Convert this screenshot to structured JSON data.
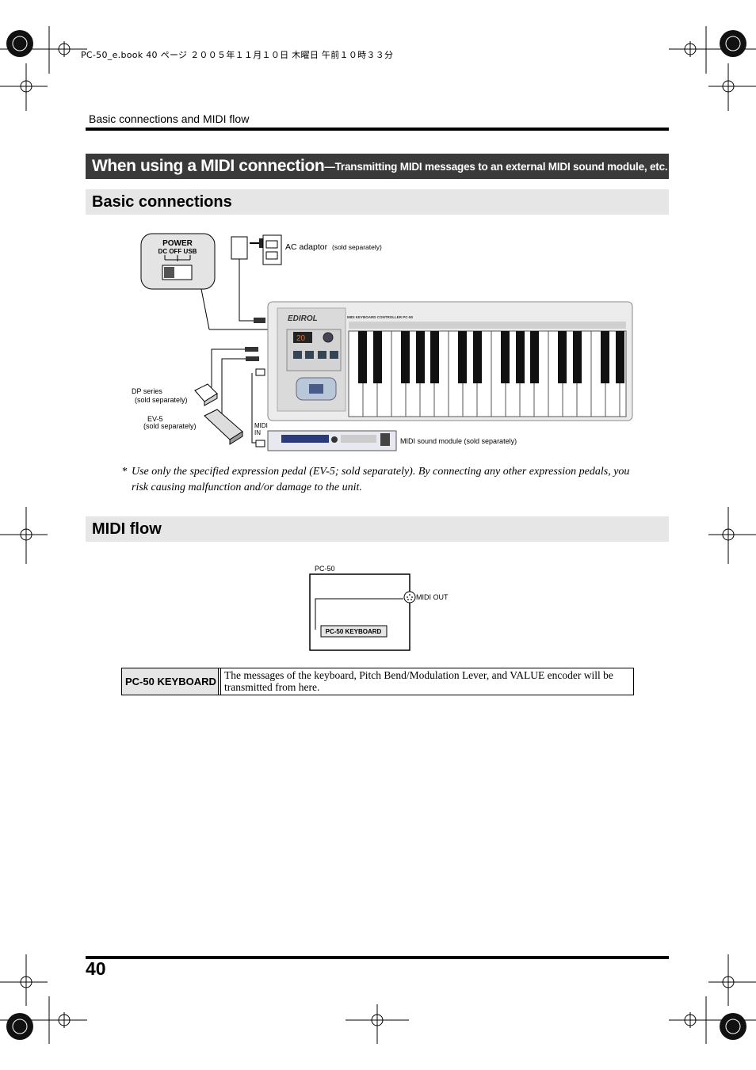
{
  "print_header": "PC-50_e.book  40 ページ  ２００５年１１月１０日  木曜日  午前１０時３３分",
  "running_head": "Basic connections and MIDI flow",
  "title": {
    "main": "When using a MIDI connection",
    "sub": "—Transmitting MIDI messages to an external MIDI sound module, etc."
  },
  "sections": {
    "basic_connections": "Basic connections",
    "midi_flow": "MIDI flow"
  },
  "connection_diagram": {
    "power_label": "POWER",
    "power_positions": "DC  OFF USB",
    "ac_adaptor": "AC adaptor",
    "ac_adaptor_note": "(sold separately)",
    "dp_series": "DP series",
    "dp_note": "(sold separately)",
    "ev5": "EV-5",
    "ev5_note": "(sold separately)",
    "midi_in_1": "MIDI",
    "midi_in_2": "IN",
    "sound_module": "MIDI sound module (sold separately)",
    "brand": "EDIROL",
    "display_value": "20"
  },
  "note": {
    "marker": "*",
    "text": "Use only the specified expression pedal (EV-5; sold separately). By connecting any other expression pedals, you risk causing malfunction and/or damage to the unit."
  },
  "flow_diagram": {
    "device": "PC-50",
    "port": "MIDI OUT",
    "source": "PC-50 KEYBOARD"
  },
  "table": {
    "header": "PC-50 KEYBOARD",
    "description": "The messages of the keyboard, Pitch Bend/Modulation Lever, and VALUE encoder will be transmitted from here."
  },
  "page_number": "40"
}
